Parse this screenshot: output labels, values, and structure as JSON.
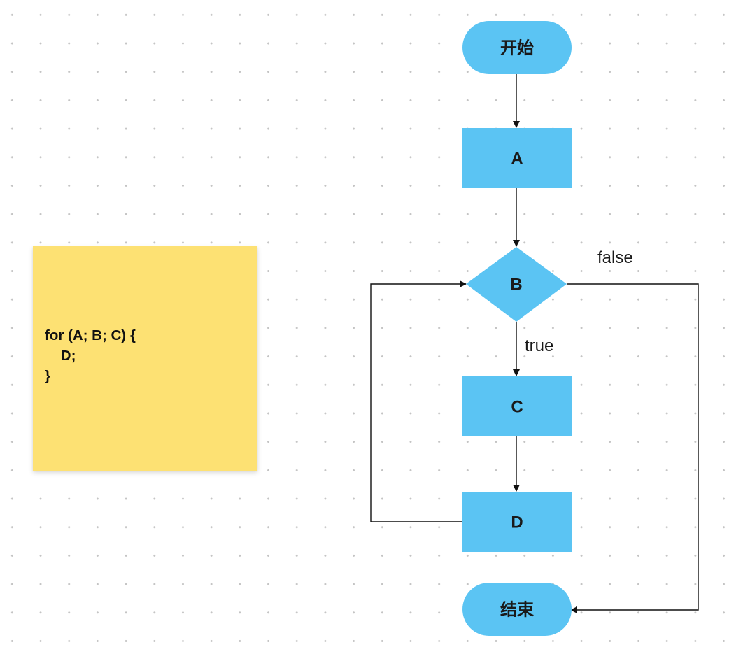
{
  "sticky_note": {
    "code": "for (A; B; C) {\n    D;\n}",
    "color": "#fde173"
  },
  "flowchart": {
    "node_color": "#5bc4f3",
    "line_color": "#111111",
    "nodes": {
      "start": "开始",
      "a": "A",
      "b": "B",
      "c": "C",
      "d": "D",
      "end": "结束"
    },
    "edge_labels": {
      "false": "false",
      "true": "true"
    }
  }
}
